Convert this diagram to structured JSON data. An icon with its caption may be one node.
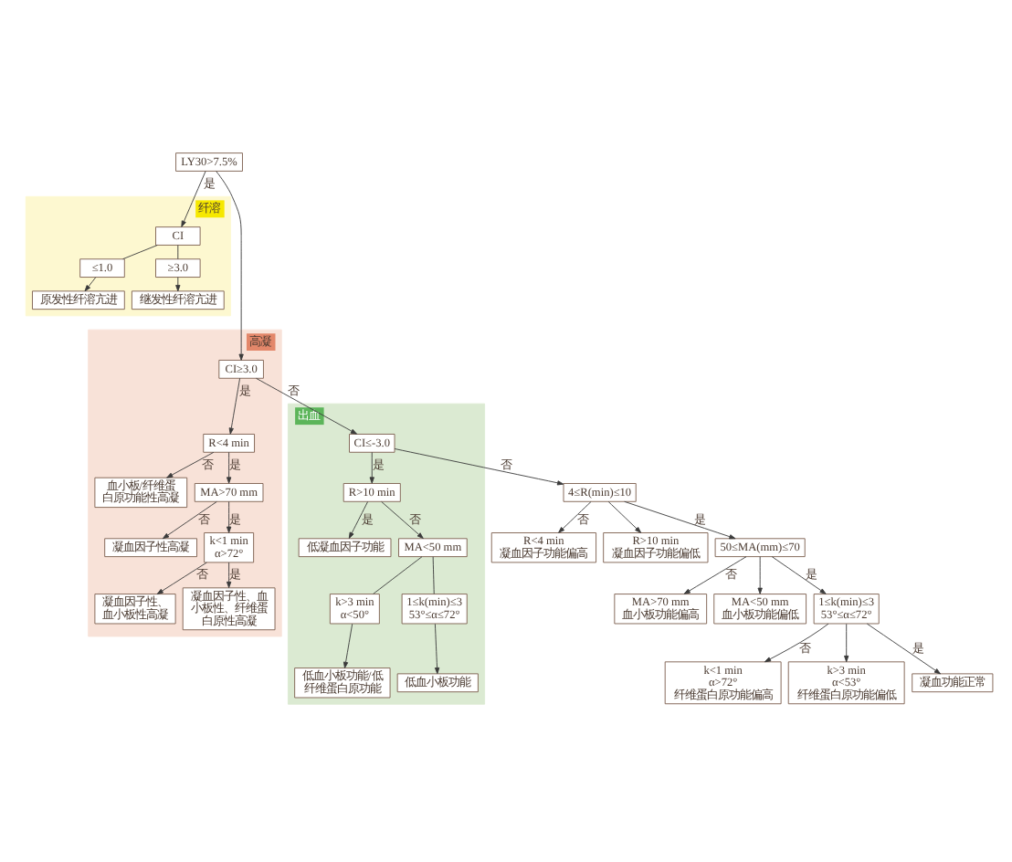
{
  "diagram": {
    "nodes": [
      {
        "text": [
          "纤溶"
        ]
      },
      {
        "text": [
          "LY30>7.5%"
        ]
      },
      {
        "text": [
          "CI"
        ],
        "in": 0
      },
      {
        "text": [
          "≤1.0"
        ],
        "in": 0
      },
      {
        "text": [
          "≥3.0"
        ],
        "in": 0
      },
      {
        "text": [
          "原发性纤溶亢进"
        ],
        "in": 0
      },
      {
        "text": [
          "继发性纤溶亢进"
        ],
        "in": 0
      },
      {
        "text": [
          "出血"
        ]
      },
      {
        "text": [
          "高凝"
        ]
      },
      {
        "text": [
          "CI≥3.0"
        ],
        "in": 8
      },
      {
        "text": [
          "CI≤-3.0"
        ],
        "in": 7
      },
      {
        "text": [
          "R>10 min"
        ],
        "in": 7
      },
      {
        "text": [
          "R<4 min"
        ],
        "in": 8
      },
      {
        "text": [
          "4≤R(min)≤10"
        ]
      },
      {
        "text": [
          "低凝血因子功能"
        ],
        "in": 7
      },
      {
        "text": [
          "R<4 min",
          "凝血因子功能偏高"
        ]
      },
      {
        "text": [
          "R>10 min",
          "凝血因子功能偏低"
        ]
      },
      {
        "text": [
          "血小板/纤维蛋白原功能性高凝"
        ],
        "in": 8
      },
      {
        "text": [
          "MA<50 mm"
        ],
        "in": 7
      },
      {
        "text": [
          "50≤MA(mm)≤70"
        ]
      },
      {
        "text": [
          "MA>70 mm"
        ],
        "in": 8
      },
      {
        "text": [
          "k>3 min",
          "α<50°"
        ],
        "in": 7
      },
      {
        "text": [
          "1≤k(min)≤3",
          "53°≤α≤72°"
        ],
        "in": 7
      },
      {
        "text": [
          "MA>70 mm",
          "血小板功能偏高"
        ]
      },
      {
        "text": [
          "MA<50 mm",
          "血小板功能偏低"
        ]
      },
      {
        "text": [
          "凝血因子性高凝"
        ],
        "in": 8
      },
      {
        "text": [
          "1≤k(min)≤3",
          "53°≤α≤72°"
        ]
      },
      {
        "text": [
          "k<1 min",
          "α>72°"
        ],
        "in": 8
      },
      {
        "text": [
          "低血小板功能/低纤维蛋白原功能"
        ],
        "in": 7
      },
      {
        "text": [
          "低血小板功能"
        ],
        "in": 7
      },
      {
        "text": [
          "k<1 min",
          "α>72°",
          "纤维蛋白原功能偏高"
        ]
      },
      {
        "text": [
          "k>3 min",
          "α<53°",
          "纤维蛋白原功能偏低"
        ]
      },
      {
        "text": [
          "凝血功能正常"
        ]
      },
      {
        "text": [
          "凝血因子性、血小板性高凝"
        ],
        "in": 8
      },
      {
        "text": [
          "凝血因子性、血小板性、纤维蛋白原性高凝"
        ],
        "in": 8
      }
    ],
    "edges": [
      {
        "from": 1,
        "to": 2,
        "arrow": "to",
        "label": "是"
      },
      {
        "from": 1,
        "to": 9,
        "arrow": "to"
      },
      {
        "from": 2,
        "to": 3,
        "arrow": "none"
      },
      {
        "from": 2,
        "to": 4,
        "arrow": "none"
      },
      {
        "from": 3,
        "to": 5,
        "arrow": "to"
      },
      {
        "from": 4,
        "to": 6,
        "arrow": "to"
      },
      {
        "from": 9,
        "to": 10,
        "arrow": "to",
        "label": "否"
      },
      {
        "from": 9,
        "to": 12,
        "arrow": "to",
        "label": "是"
      },
      {
        "from": 10,
        "to": 11,
        "arrow": "to",
        "label": "是"
      },
      {
        "from": 10,
        "to": 13,
        "arrow": "to",
        "label": "否"
      },
      {
        "from": 11,
        "to": 14,
        "arrow": "to",
        "label": "是"
      },
      {
        "from": 11,
        "to": 18,
        "arrow": "to",
        "label": "否"
      },
      {
        "from": 12,
        "to": 17,
        "arrow": "to",
        "label": "否"
      },
      {
        "from": 12,
        "to": 20,
        "arrow": "to",
        "label": "是"
      },
      {
        "from": 13,
        "to": 15,
        "arrow": "to",
        "label": "否"
      },
      {
        "from": 13,
        "to": 16,
        "arrow": "to"
      },
      {
        "from": 13,
        "to": 19,
        "arrow": "to",
        "label": "是"
      },
      {
        "from": 18,
        "to": 21,
        "arrow": "none"
      },
      {
        "from": 18,
        "to": 22,
        "arrow": "none"
      },
      {
        "from": 19,
        "to": 23,
        "arrow": "to",
        "label": "否"
      },
      {
        "from": 19,
        "to": 24,
        "arrow": "to"
      },
      {
        "from": 19,
        "to": 26,
        "arrow": "to",
        "label": "是"
      },
      {
        "from": 20,
        "to": 25,
        "arrow": "to",
        "label": "否"
      },
      {
        "from": 20,
        "to": 27,
        "arrow": "to",
        "label": "是"
      },
      {
        "from": 21,
        "to": 28,
        "arrow": "to"
      },
      {
        "from": 22,
        "to": 29,
        "arrow": "to"
      },
      {
        "from": 26,
        "to": 30,
        "arrow": "to",
        "label": "否"
      },
      {
        "from": 26,
        "to": 31,
        "arrow": "to"
      },
      {
        "from": 26,
        "to": 32,
        "arrow": "to",
        "label": "是"
      },
      {
        "from": 27,
        "to": 33,
        "arrow": "to",
        "label": "否"
      },
      {
        "from": 27,
        "to": 34,
        "arrow": "to",
        "label": "是"
      }
    ]
  }
}
